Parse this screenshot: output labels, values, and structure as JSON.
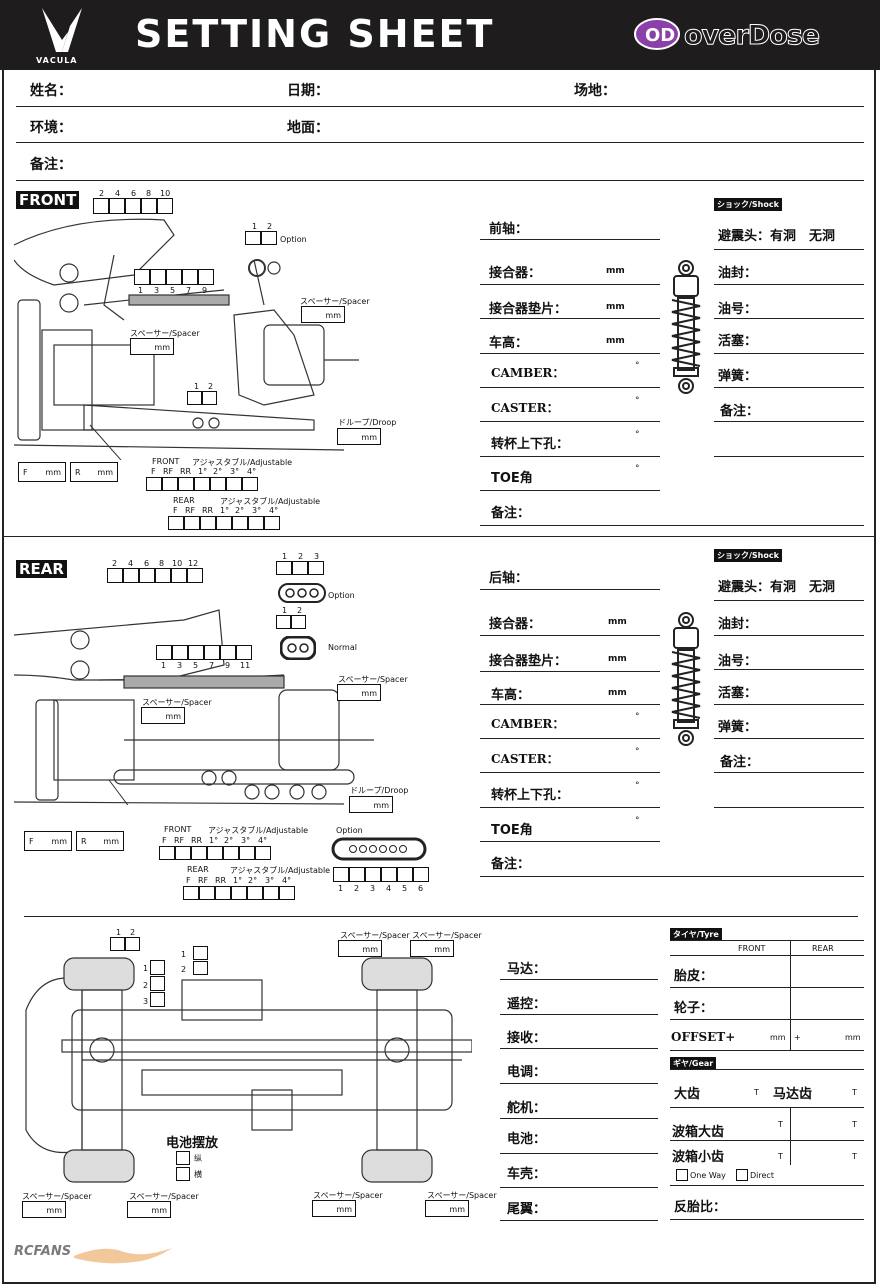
{
  "header": {
    "title": "SETTING SHEET",
    "left_logo": "VACULA",
    "right_logo": "overDose",
    "right_logo_mark": "OD"
  },
  "info": {
    "name": "姓名：",
    "date": "日期：",
    "venue": "场地：",
    "environment": "环境：",
    "surface": "地面：",
    "notes": "备注："
  },
  "front": {
    "tag": "FRONT",
    "top_numbers": [
      "2",
      "4",
      "6",
      "8",
      "10"
    ],
    "bottom_numbers": [
      "1",
      "3",
      "5",
      "7",
      "9"
    ],
    "option_numbers": [
      "1",
      "2"
    ],
    "option_label": "Option",
    "spacer1": "スペーサー/Spacer",
    "spacer2": "スペーサー/Spacer",
    "droop": "ドループ/Droop",
    "lower_numbers": [
      "1",
      "2"
    ],
    "unit_mm": "mm",
    "f_label": "F",
    "r_label": "R",
    "adj_front": "FRONT",
    "adj_front_title": "アジャスタブル/Adjustable",
    "adj_rear": "REAR",
    "adj_rear_title": "アジャスタブル/Adjustable",
    "adj_cols": [
      "F",
      "RF",
      "RR",
      "1°",
      "2°",
      "3°",
      "4°"
    ],
    "fields": [
      "前轴：",
      "接合器：",
      "接合器垫片：",
      "车高：",
      "CAMBER：",
      "CASTER：",
      "转杯上下孔：",
      "TOE角",
      "备注："
    ],
    "field_units": [
      "",
      "mm",
      "mm",
      "mm",
      "°",
      "°",
      "°",
      "°",
      ""
    ],
    "shock_tag": "ショック/Shock",
    "shock_fields": [
      "避震头：有洞　无洞",
      "油封：",
      "油号：",
      "活塞：",
      "弹簧：",
      "备注："
    ]
  },
  "rear": {
    "tag": "REAR",
    "top_numbers": [
      "2",
      "4",
      "6",
      "8",
      "10",
      "12"
    ],
    "bottom_numbers": [
      "1",
      "3",
      "5",
      "7",
      "9",
      "11"
    ],
    "option_numbers": [
      "1",
      "2",
      "3"
    ],
    "option_label": "Option",
    "normal_numbers": [
      "1",
      "2"
    ],
    "normal_label": "Normal",
    "spacer1": "スペーサー/Spacer",
    "spacer2": "スペーサー/Spacer",
    "droop": "ドループ/Droop",
    "link_option": "Option",
    "link_numbers": [
      "1",
      "2",
      "3",
      "4",
      "5",
      "6"
    ],
    "unit_mm": "mm",
    "f_label": "F",
    "r_label": "R",
    "adj_front": "FRONT",
    "adj_front_title": "アジャスタブル/Adjustable",
    "adj_rear": "REAR",
    "adj_rear_title": "アジャスタブル/Adjustable",
    "adj_cols": [
      "F",
      "RF",
      "RR",
      "1°",
      "2°",
      "3°",
      "4°"
    ],
    "fields": [
      "后轴：",
      "接合器：",
      "接合器垫片：",
      "车高：",
      "CAMBER：",
      "CASTER：",
      "转杯上下孔：",
      "TOE角",
      "备注："
    ],
    "field_units": [
      "",
      "mm",
      "mm",
      "mm",
      "°",
      "°",
      "°",
      "°",
      ""
    ],
    "shock_tag": "ショック/Shock",
    "shock_fields": [
      "避震头：有洞　无洞",
      "油封：",
      "油号：",
      "活塞：",
      "弹簧：",
      "备注："
    ]
  },
  "chassis": {
    "top_numbers": [
      "1",
      "2"
    ],
    "mid_numbers": [
      "1",
      "2"
    ],
    "left_numbers": [
      "1",
      "2",
      "3"
    ],
    "spacer_labels": [
      "スペーサー/Spacer",
      "スペーサー/Spacer",
      "スペーサー/Spacer",
      "スペーサー/Spacer",
      "スペーサー/Spacer",
      "スペーサー/Spacer"
    ],
    "unit_mm": "mm",
    "battery_title": "电池摆放",
    "battery_options": [
      "纵",
      "横"
    ],
    "fields": [
      "马达：",
      "遥控：",
      "接收：",
      "电调：",
      "舵机：",
      "电池：",
      "车壳：",
      "尾翼："
    ]
  },
  "tyre": {
    "tag": "タイヤ/Tyre",
    "front": "FRONT",
    "rear": "REAR",
    "rows": [
      "胎皮：",
      "轮子：",
      "OFFSET+"
    ],
    "offset_unit": "mm",
    "plus": "+"
  },
  "gear": {
    "tag": "ギヤ/Gear",
    "spur": "大齿",
    "pinion": "马达齿",
    "t": "T",
    "gearbox_big": "波箱大齿",
    "gearbox_small": "波箱小齿",
    "one_way": "One Way",
    "direct": "Direct",
    "reverse_ratio": "反胎比："
  },
  "footer": {
    "watermark": "RCFANS"
  }
}
